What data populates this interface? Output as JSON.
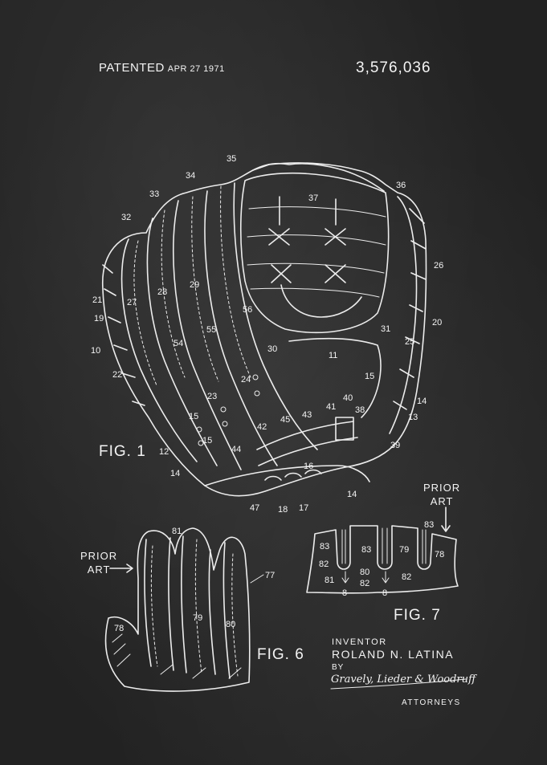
{
  "header": {
    "patented": "PATENTED",
    "date": "APR 27 1971",
    "patent_number": "3,576,036"
  },
  "figures": {
    "fig1": "FIG. 1",
    "fig6": "FIG. 6",
    "fig7": "FIG. 7"
  },
  "prior_art": {
    "left_line1": "PRIOR",
    "left_line2": "ART",
    "right_line1": "PRIOR",
    "right_line2": "ART"
  },
  "inventor_block": {
    "inventor_label": "INVENTOR",
    "inventor_name": "ROLAND  N.  LATINA",
    "by_label": "BY",
    "signature": "Gravely, Lieder & Woodruff",
    "attorneys_label": "ATTORNEYS"
  },
  "fig1_labels": [
    "35",
    "34",
    "33",
    "32",
    "36",
    "37",
    "26",
    "21",
    "28",
    "29",
    "27",
    "19",
    "20",
    "56",
    "55",
    "31",
    "25",
    "10",
    "54",
    "30",
    "11",
    "22",
    "24",
    "15",
    "23",
    "40",
    "14",
    "41",
    "38",
    "43",
    "13",
    "45",
    "42",
    "15",
    "39",
    "15",
    "44",
    "12",
    "14",
    "16",
    "47",
    "18",
    "17",
    "14"
  ],
  "fig6_labels": [
    "81",
    "77",
    "79",
    "78",
    "80"
  ],
  "fig7_labels": [
    "83",
    "83",
    "83",
    "79",
    "78",
    "82",
    "80",
    "82",
    "81",
    "82",
    "8",
    "8"
  ],
  "colors": {
    "background": "#2a2a2a",
    "chalk": "#f2f2f2"
  }
}
